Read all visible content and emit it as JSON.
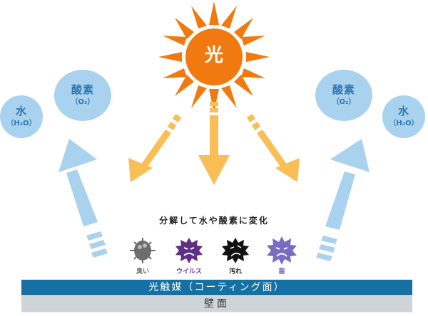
{
  "sun": {
    "label": "光",
    "color": "#f07a10"
  },
  "left_bubbles": [
    {
      "main": "水",
      "formula": "（H₂O）"
    },
    {
      "main": "酸素",
      "formula": "（O₂）"
    }
  ],
  "right_bubbles": [
    {
      "main": "酸素",
      "formula": "（O₂）"
    },
    {
      "main": "水",
      "formula": "（H₂O）"
    }
  ],
  "caption": "分解して水や酸素に変化",
  "germs": [
    {
      "label": "臭い",
      "color": "#6d6d6d",
      "label_color": "#6d6d6d"
    },
    {
      "label": "ウイルス",
      "color": "#5e2f84",
      "label_color": "#7a3f9e"
    },
    {
      "label": "汚れ",
      "color": "#111111",
      "label_color": "#222222"
    },
    {
      "label": "菌",
      "color": "#7a6cc4",
      "label_color": "#7a6cc4"
    }
  ],
  "layers": {
    "coating": "光触媒（コーティング面）",
    "wall": "壁面"
  },
  "colors": {
    "light_arrow": "#f9be55",
    "up_arrow": "#a9d2ee",
    "bubble": "#a9d2ee",
    "bubble_text": "#2f78b3",
    "coating_bar": "#1670a3",
    "wall_bar": "#cfd4d9"
  }
}
